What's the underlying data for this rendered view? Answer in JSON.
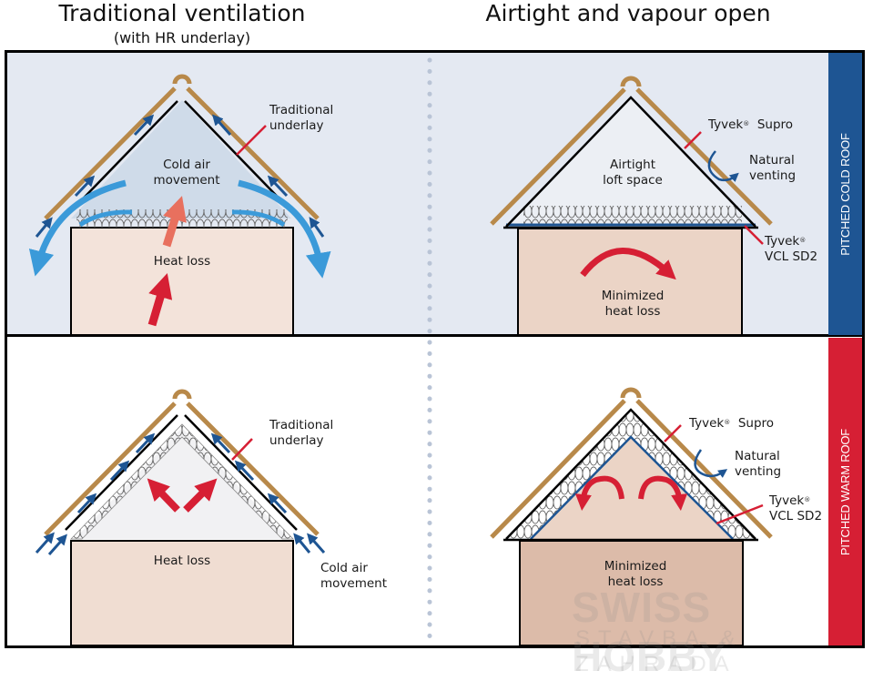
{
  "titles": {
    "left": "Traditional ventilation",
    "left_sub": "(with HR underlay)",
    "right": "Airtight and vapour open"
  },
  "side_labels": {
    "top": "PITCHED COLD ROOF",
    "bottom": "PITCHED WARM ROOF"
  },
  "colors": {
    "cold_roof_band": "#1e5593",
    "warm_roof_band": "#d61f34",
    "roof_tile": "#b8894a",
    "airflow_light": "#3b9ad9",
    "airflow_dark": "#1e5593",
    "heat_arrow": "#d61f34"
  },
  "panels": {
    "top_left": {
      "underlay_label_1": "Traditional",
      "underlay_label_2": "underlay",
      "center_label_1": "Cold air",
      "center_label_2": "movement",
      "house_label": "Heat loss"
    },
    "top_right": {
      "supro_label": "Tyvek",
      "supro_label_suffix": "Supro",
      "venting_label_1": "Natural",
      "venting_label_2": "venting",
      "vcl_label_1": "Tyvek",
      "vcl_label_2": "VCL SD2",
      "loft_label_1": "Airtight",
      "loft_label_2": "loft space",
      "house_label_1": "Minimized",
      "house_label_2": "heat loss"
    },
    "bottom_left": {
      "underlay_label_1": "Traditional",
      "underlay_label_2": "underlay",
      "house_label": "Heat loss",
      "air_label_1": "Cold air",
      "air_label_2": "movement"
    },
    "bottom_right": {
      "supro_label": "Tyvek",
      "supro_label_suffix": "Supro",
      "venting_label_1": "Natural",
      "venting_label_2": "venting",
      "vcl_label_1": "Tyvek",
      "vcl_label_2": "VCL SD2",
      "house_label_1": "Minimized",
      "house_label_2": "heat loss"
    }
  },
  "registered_mark": "®",
  "watermark": {
    "line1": "SWISS HOBBY",
    "line2": "STAVBA & ZAHRADA"
  }
}
